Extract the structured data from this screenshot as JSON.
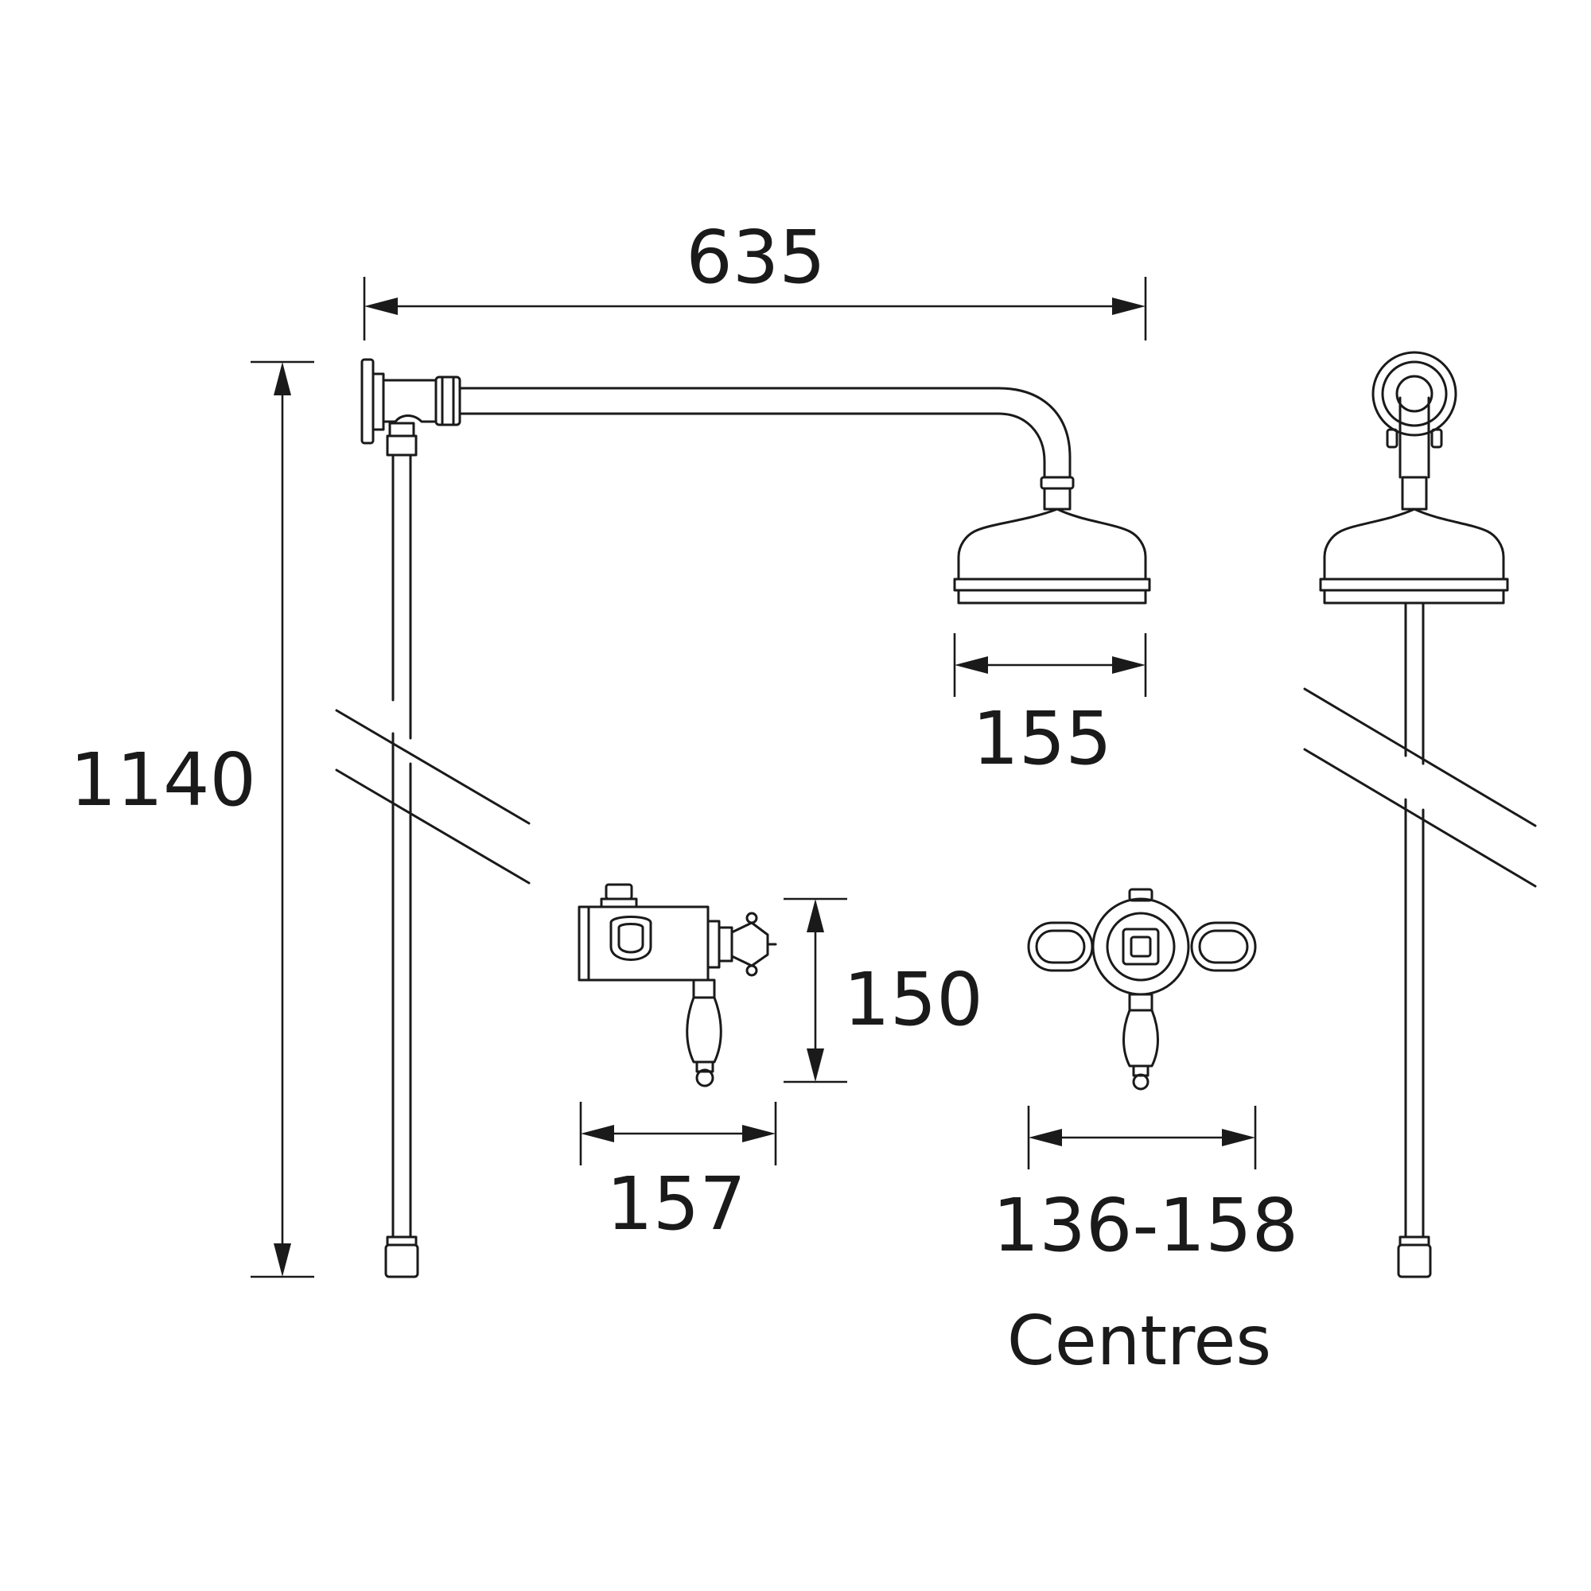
{
  "dimensions": {
    "width_overall": "635",
    "height_overall": "1140",
    "head_diameter": "155",
    "valve_height": "150",
    "valve_depth": "157",
    "valve_centres": "136-158",
    "centres_label": "Centres"
  },
  "colors": {
    "line": "#1a1a1a",
    "background": "#ffffff"
  }
}
